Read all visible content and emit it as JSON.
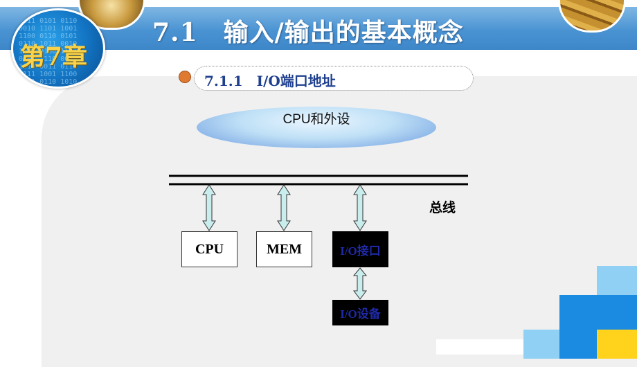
{
  "header": {
    "chapter_label": "第7章",
    "title": "7.1　输入/输出的基本概念",
    "badge_binary": "1011 0101 0110\n0010 1101 1001\n1100 0110 0101\n0110 1011 0010\n1001 0100 1101\n0101 1110 0011\n1010 0011 0110\n0111 1001 1100\n0011 0110 1010"
  },
  "section": {
    "title": "7.1.1　I/O端口地址"
  },
  "diagram": {
    "ellipse_label": "CPU和外设",
    "bus_label": "总线",
    "boxes": {
      "cpu": "CPU",
      "mem": "MEM",
      "io_interface": "I/O接口",
      "io_device": "I/O设备"
    }
  },
  "colors": {
    "header_blue": "#4a93d3",
    "badge_yellow": "#f7d24a",
    "section_text": "#1f3f8f",
    "io_text": "#1f2aa8",
    "arrow_fill": "#c9ecec",
    "deco_light_blue": "#8fd0f4",
    "deco_blue": "#1a8be0",
    "deco_yellow": "#ffd21c"
  },
  "icons": {
    "section_bullet": "orange-circle-bullet"
  }
}
